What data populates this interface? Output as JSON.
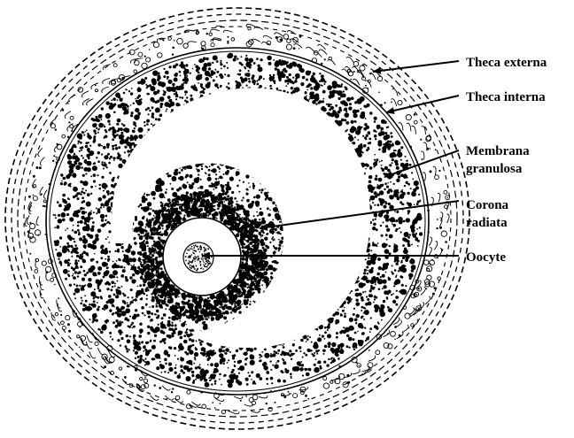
{
  "labels": {
    "theca_externa": "Theca externa",
    "theca_interna": "Theca interna",
    "membrana_granulosa_line1": "Membrana",
    "membrana_granulosa_line2": "granulosa",
    "corona_radiata_line1": "Corona",
    "corona_radiata_line2": "radiata",
    "oocyte": "Oocyte"
  },
  "colors": {
    "ink": "#000000",
    "paper": "#ffffff"
  }
}
